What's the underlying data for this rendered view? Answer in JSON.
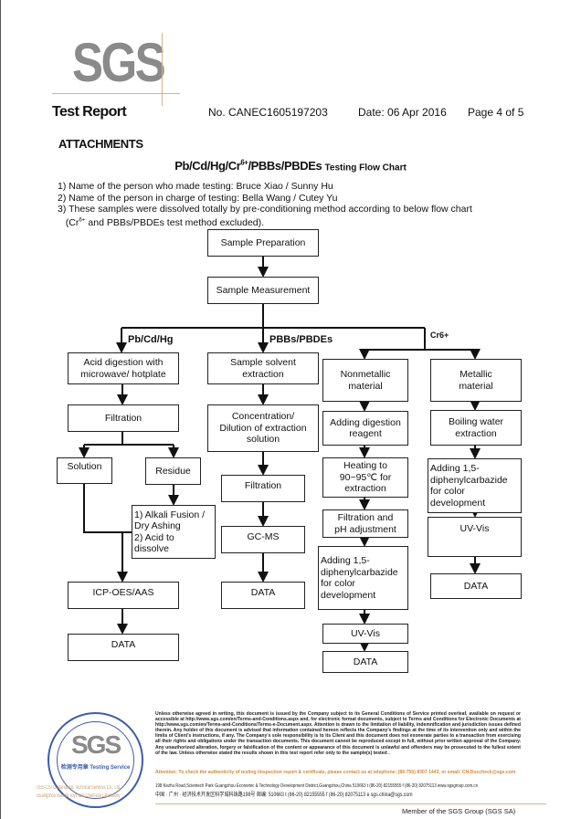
{
  "logo": {
    "text": "SGS"
  },
  "header": {
    "title": "Test Report",
    "report_no": "No. CANEC1605197203",
    "date": "Date: 06 Apr 2016",
    "page": "Page 4 of 5"
  },
  "section": "ATTACHMENTS",
  "chart_title": {
    "main": "Pb/Cd/Hg/Cr6+/PBBs/PBDEs",
    "sub": "Testing Flow Chart"
  },
  "notes": [
    "1) Name of the person who made testing:  Bruce Xiao / Sunny Hu",
    "2) Name of the person in charge of testing:  Bella Wang / Cutey Yu",
    "3) These samples were dissolved totally by  pre-conditioning method according to below flow chart",
    "   (Cr6+ and PBBs/PBDEs test method excluded)."
  ],
  "flow": {
    "branch_labels": {
      "pb": "Pb/Cd/Hg",
      "pbb": "PBBs/PBDEs",
      "cr": "Cr6+"
    },
    "prep": "Sample Preparation",
    "measure": "Sample Measurement",
    "pb": {
      "acid": "Acid digestion with\nmicrowave/ hotplate",
      "filtration": "Filtration",
      "solution": "Solution",
      "residue": "Residue",
      "alkali": "1) Alkali Fusion /\n    Dry Ashing\n2) Acid to\n    dissolve",
      "icp": "ICP-OES/AAS",
      "data": "DATA"
    },
    "pbb": {
      "extract": "Sample solvent\nextraction",
      "conc": "Concentration/\nDilution of extraction\nsolution",
      "filtration": "Filtration",
      "gcms": "GC-MS",
      "data": "DATA"
    },
    "cr_nonmetal": {
      "material": "Nonmetallic\nmaterial",
      "reagent": "Adding digestion\nreagent",
      "heating": "Heating to\n90~95℃  for\nextraction",
      "filtration": "Filtration and\npH adjustment",
      "adding": "Adding 1,5-\ndiphenylcarbazide\nfor color\ndevelopment",
      "uvvis": "UV-Vis",
      "data": "DATA"
    },
    "cr_metal": {
      "material": "Metallic\nmaterial",
      "boiling": "Boiling water\nextraction",
      "adding": "Adding 1,5-\ndiphenylcarbazide\nfor color\ndevelopment",
      "uvvis": "UV-Vis",
      "data": "DATA"
    }
  },
  "footer": {
    "stamp_text": "SGS",
    "stamp_sub": "检测专用章 Testing Service",
    "lab_line1": "SGS-CSTC Standards Technical Services Co., Ltd.",
    "lab_line2": "Guangzhou Branch Toys and Chemical Laboratory",
    "legal": "Unless otherwise agreed in writing, this document is issued by the Company subject to its General Conditions of Service printed overleaf, available on request or accessible at http://www.sgs.com/en/Terms-and-Conditions.aspx and, for electronic format documents, subject to Terms and Conditions for Electronic Documents at http://www.sgs.com/en/Terms-and-Conditions/Terms-e-Document.aspx. Attention is drawn to the limitation of liability, indemnification and jurisdiction issues defined therein. Any holder of this document is advised that information contained hereon reflects the Company's findings at the time of its intervention only and within the limits of Client's instructions, if any. The Company's sole responsibility is to its Client and this document does not exonerate parties to a transaction from exercising all their rights and obligations under the transaction documents. This document cannot be reproduced except in full, without prior written approval of the Company. Any unauthorized alteration, forgery or falsification of the content or appearance of this document is unlawful and offenders may be prosecuted to the fullest extent of the law. Unless otherwise stated the results shown in this test report refer only to the sample(s) tested .",
    "attention": "Attention: To check the authenticity of testing /inspection report & certificate, please contact us at telephone: (86-755) 8307 1443, or email: CN.Doccheck@sgs.com",
    "address_en": "198 Kezhu Road,Scientech Park Guangzhou Economic & Technology Development District,Guangzhou,China  510663   t (86-20) 82155555   f (86-20) 82075113   www.sgsgroup.com.cn",
    "address_cn": "中国 · 广州 · 经济技术开发区科学城科珠路198号          邮编: 510663   t (86-20) 82155555   f (86-20) 82075113   e sgs.china@sgs.com",
    "member": "Member of the SGS Group (SGS SA)"
  }
}
